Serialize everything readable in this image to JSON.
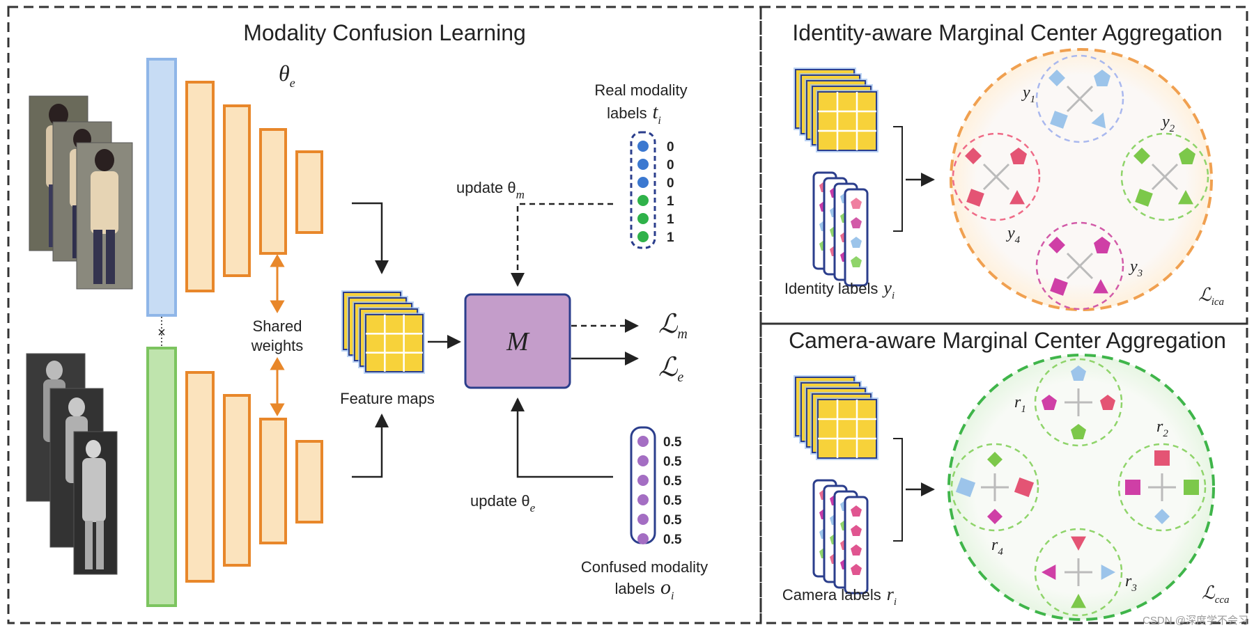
{
  "mcl": {
    "title": "Modality Confusion Learning",
    "theta_e": "θ",
    "theta_e_sub": "e",
    "shared_weights_line1": "Shared",
    "shared_weights_line2": "weights",
    "feature_maps": "Feature maps",
    "module_label": "M",
    "update_theta_m": "update θ",
    "update_theta_m_sub": "m",
    "update_theta_e": "update θ",
    "update_theta_e_sub": "e",
    "loss_m": "ℒ",
    "loss_m_sub": "m",
    "loss_e": "ℒ",
    "loss_e_sub": "e",
    "real_labels_line1": "Real modality",
    "real_labels_line2": "labels",
    "real_labels_sym": "t",
    "real_labels_sub": "i",
    "real_values": [
      "0",
      "0",
      "0",
      "1",
      "1",
      "1"
    ],
    "confused_labels_line1": "Confused modality",
    "confused_labels_line2": "labels",
    "confused_labels_sym": "o",
    "confused_labels_sub": "i",
    "confused_values": [
      "0.5",
      "0.5",
      "0.5",
      "0.5",
      "0.5",
      "0.5"
    ],
    "cross_mark": "×"
  },
  "ica": {
    "title": "Identity-aware Marginal Center Aggregation",
    "labels_text": "Identity labels",
    "labels_sym": "y",
    "labels_sub": "i",
    "cluster_labels": [
      {
        "sym": "y",
        "sub": "1"
      },
      {
        "sym": "y",
        "sub": "2"
      },
      {
        "sym": "y",
        "sub": "3"
      },
      {
        "sym": "y",
        "sub": "4"
      }
    ],
    "loss": "ℒ",
    "loss_sub": "ica"
  },
  "cca": {
    "title": "Camera-aware Marginal Center Aggregation",
    "labels_text": "Camera labels",
    "labels_sym": "r",
    "labels_sub": "i",
    "cluster_labels": [
      {
        "sym": "r",
        "sub": "1"
      },
      {
        "sym": "r",
        "sub": "2"
      },
      {
        "sym": "r",
        "sub": "3"
      },
      {
        "sym": "r",
        "sub": "4"
      }
    ],
    "loss": "ℒ",
    "loss_sub": "cca"
  },
  "watermark": "CSDN @深度学不会习",
  "colors": {
    "blue_accent": "#5b8fd6",
    "green_accent": "#5fb84a",
    "orange": "#e8872a",
    "feature_yellow": "#f7d23a",
    "module_purple": "#c49dca",
    "ica_circle": "#f0a050",
    "cca_circle": "#3fb54a",
    "pink": "#e24d7a",
    "magenta": "#c73aa7",
    "light_blue": "#9cc4ea",
    "green": "#6cc24a"
  }
}
